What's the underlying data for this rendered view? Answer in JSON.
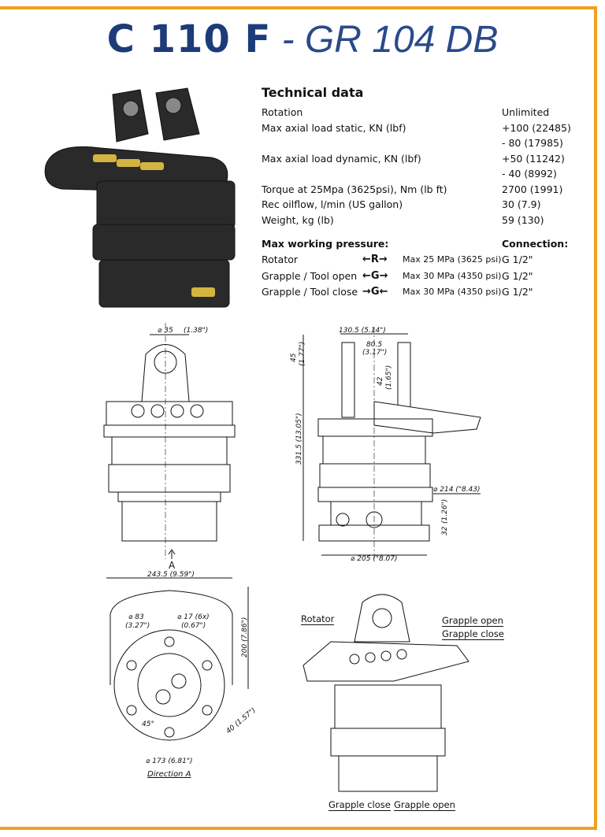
{
  "title": {
    "model": "C 110 F",
    "separator": " - ",
    "subtitle": "GR 104 DB"
  },
  "technical_data": {
    "heading": "Technical data",
    "rows": [
      {
        "label": "Rotation",
        "value": "Unlimited"
      },
      {
        "label": "Max axial load static, KN (lbf)",
        "value": "+100 (22485)"
      },
      {
        "label": "",
        "value": "- 80 (17985)"
      },
      {
        "label": "Max axial load dynamic, KN (lbf)",
        "value": "+50 (11242)"
      },
      {
        "label": "",
        "value": "- 40 (8992)"
      },
      {
        "label": "Torque at 25Mpa (3625psi), Nm (lb ft)",
        "value": "2700 (1991)"
      },
      {
        "label": "Rec oilflow, l/min (US gallon)",
        "value": "30 (7.9)"
      },
      {
        "label": "Weight, kg (lb)",
        "value": "59 (130)"
      }
    ]
  },
  "pressure": {
    "heading": "Max working pressure:",
    "connection_heading": "Connection:",
    "rows": [
      {
        "label": "Rotator",
        "symbol": "←R→",
        "pressure": "Max 25 MPa (3625 psi)",
        "connection": "G 1/2\""
      },
      {
        "label": "Grapple / Tool open",
        "symbol": "←G→",
        "pressure": "Max 30 MPa (4350 psi)",
        "connection": "G 1/2\""
      },
      {
        "label": "Grapple / Tool close",
        "symbol": "→G←",
        "pressure": "Max 30 MPa (4350 psi)",
        "connection": "G 1/2\""
      }
    ]
  },
  "front_view": {
    "dim_pin": "⌀ 35",
    "dim_pin_in": "(1.38\")",
    "view_arrow": "A"
  },
  "side_view": {
    "dim_width": "130.5 (5.14\")",
    "dim_inner": "80.5",
    "dim_inner_in": "(3.17\")",
    "dim_top": "45",
    "dim_top_in": "(1.77\")",
    "dim_hole": "42",
    "dim_hole_in": "(1.65\")",
    "dim_height": "331.5 (13.05\")",
    "dim_dia214": "⌀ 214 (\"8.43)",
    "dim_32": "32",
    "dim_32_in": "(1.26\")",
    "dim_dia205": "⌀ 205 (\"8.07)"
  },
  "bottom_view": {
    "dim_width": "243.5 (9.59\")",
    "dim_83": "⌀ 83",
    "dim_83_in": "(3.27\")",
    "dim_17": "⌀ 17 (6x)",
    "dim_17_in": "(0.67\")",
    "dim_200": "200 (7.86\")",
    "dim_40": "40 (1.57\")",
    "angle": "45°",
    "dim_173": "⌀ 173 (6.81\")",
    "caption": "Direction A"
  },
  "iso_labels": {
    "rotator": "Rotator",
    "grapple_open_top": "Grapple open",
    "grapple_close_top": "Grapple close",
    "grapple_close_bottom": "Grapple close",
    "grapple_open_bottom": "Grapple open"
  },
  "colors": {
    "frame": "#f0a020",
    "title": "#1d3b78"
  }
}
